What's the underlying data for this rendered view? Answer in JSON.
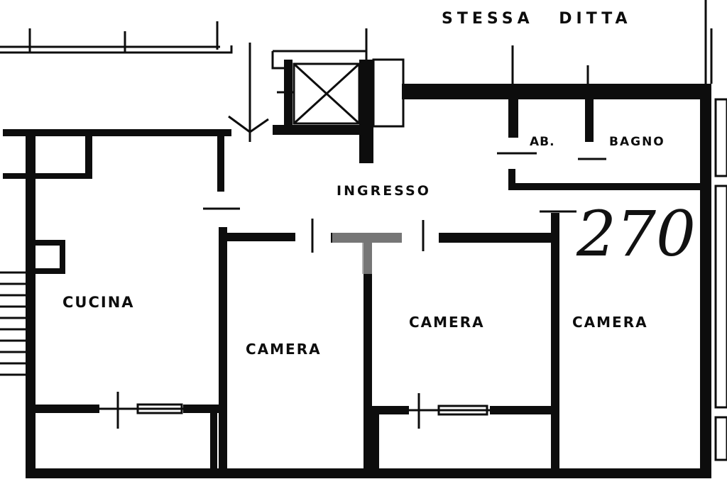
{
  "plan": {
    "header_note": "STESSA DITTA",
    "sheet_number": "270",
    "rooms": {
      "ingresso": "INGRESSO",
      "cucina": "CUCINA",
      "camera_1": "CAMERA",
      "camera_2": "CAMERA",
      "camera_3": "CAMERA",
      "bagno": "BAGNO",
      "antibagno": "AB."
    }
  },
  "colors": {
    "ink": "#0d0d0d",
    "paper": "#ffffff",
    "watermark": "#9a9a9a"
  }
}
